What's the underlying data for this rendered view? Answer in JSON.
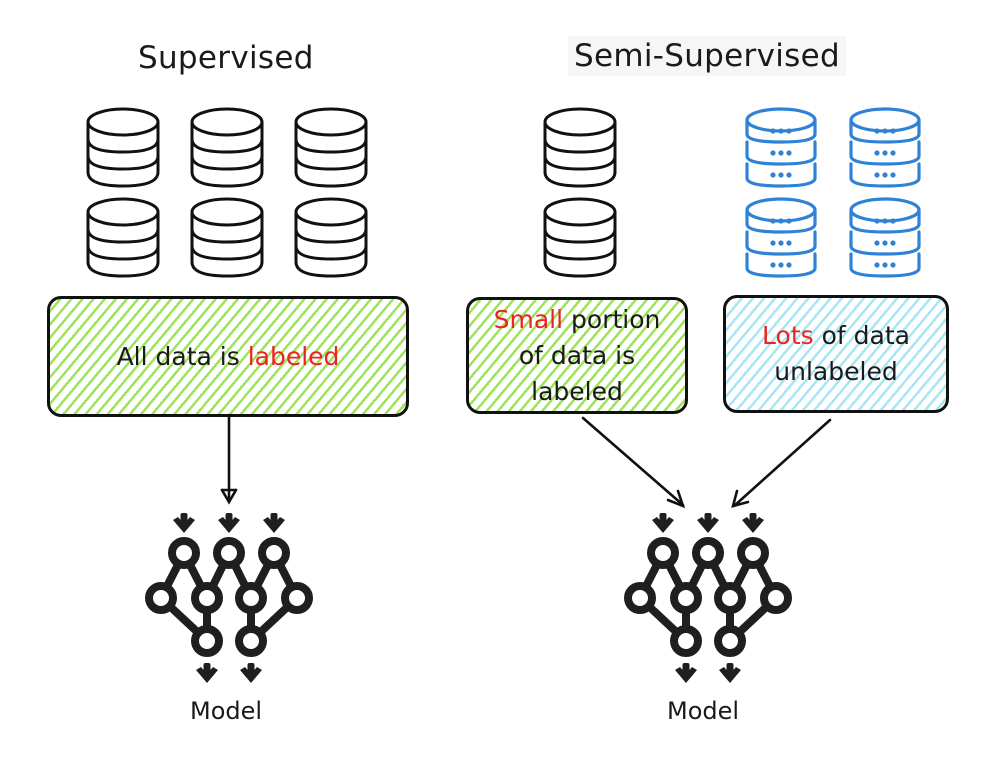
{
  "colors": {
    "labeled_db": "#111111",
    "unlabeled_db": "#2f82d6",
    "highlight_text": "#ee2222",
    "labeled_hatch": "#9ee35c",
    "unlabeled_hatch": "#a8e6f3"
  },
  "supervised": {
    "title": "Supervised",
    "labeled_database_count": 6,
    "box": {
      "pre": "All data is ",
      "highlight": "labeled",
      "post": ""
    },
    "model_label": "Model"
  },
  "semi_supervised": {
    "title": "Semi-Supervised",
    "labeled_database_count": 2,
    "unlabeled_database_count": 4,
    "labeled_box": {
      "highlight": "Small",
      "line1_rest": " portion",
      "line2": "of data is",
      "line3": "labeled"
    },
    "unlabeled_box": {
      "highlight": "Lots",
      "line1_rest": " of data",
      "line2": "unlabeled"
    },
    "model_label": "Model"
  }
}
